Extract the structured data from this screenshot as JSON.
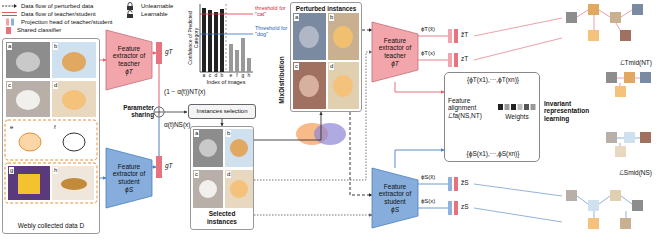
{
  "diagram": {
    "nodes": [
      {
        "text": [
          "Webly collected data D"
        ]
      },
      {
        "text": [
          "Feature extractor of teacher",
          "ϕT"
        ]
      },
      {
        "text": [
          "Feature extractor of student",
          "ϕS"
        ]
      },
      {
        "text": [
          "gT"
        ]
      },
      {
        "text": [
          "gT"
        ]
      },
      {
        "text": [
          "Instances selection"
        ]
      },
      {
        "text": [
          "Selected instances"
        ]
      },
      {
        "text": [
          "Perturbed instances"
        ]
      },
      {
        "text": [
          "Feature extractor of teacher",
          "ϕT"
        ]
      },
      {
        "text": [
          "Feature extractor of student",
          "ϕS"
        ]
      },
      {
        "text": [
          "{ϕT(x1),···,ϕT(xn)}",
          "Feature alignment ℒfa(NS,NT)",
          "Weights",
          "{ϕS(x1),···,ϕS(xn)}"
        ]
      },
      {
        "text": [
          "ℒTmid(NT)",
          "Invariant representation learning",
          "ℒSmid(NS)"
        ]
      }
    ],
    "edges": [
      {
        "from": 0,
        "to": 1,
        "arrow": "to"
      },
      {
        "from": 0,
        "to": 2,
        "arrow": "to"
      },
      {
        "from": 1,
        "to": 3,
        "arrow": "to"
      },
      {
        "from": 2,
        "to": 4,
        "arrow": "to"
      },
      {
        "from": 5,
        "to": 6,
        "arrow": "to"
      },
      {
        "from": 6,
        "to": 7,
        "arrow": "to"
      },
      {
        "from": 6,
        "to": 8,
        "arrow": "to"
      },
      {
        "from": 6,
        "to": 9,
        "arrow": "to"
      },
      {
        "from": 7,
        "to": 8,
        "arrow": "to"
      },
      {
        "from": 7,
        "to": 9,
        "arrow": "to"
      },
      {
        "from": 8,
        "to": 10,
        "arrow": "to"
      },
      {
        "from": 9,
        "to": 10,
        "arrow": "to"
      }
    ],
    "labels": [
      "a",
      "b",
      "c",
      "d",
      "e",
      "f",
      "g",
      "h",
      "a",
      "c",
      "d",
      "b",
      "e",
      "f",
      "g",
      "h",
      "Confidence of Predicted Category",
      "Index of images",
      "threshold for \"cat\"",
      "Threshold for \"dog\"",
      "(1 − α(t))NT(x)",
      "Parameter sharing",
      "α(t)NS(x)",
      "a",
      "b",
      "c",
      "d",
      "a",
      "b",
      "c",
      "d",
      "MixDistribution",
      "ϕT(x̃)",
      "ϕT(x)",
      "z̃T",
      "zT",
      "ϕS(x̃)",
      "ϕS(x)",
      "z̃S",
      "zS"
    ],
    "legend": [
      {
        "text": "Data flow of perturbed data"
      },
      {
        "text": "Data flow of teacher/student"
      },
      {
        "text": "Projection head of teacher/student"
      },
      {
        "text": "Shared classifier",
        "color": "#e8737f"
      },
      {
        "text": "Unlearnable"
      },
      {
        "text": "Learnable"
      }
    ]
  }
}
